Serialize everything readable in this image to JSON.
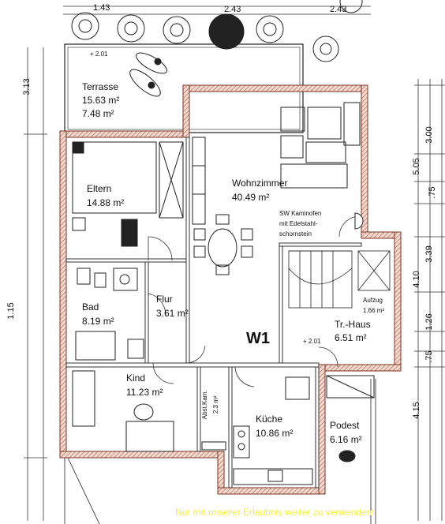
{
  "rooms": {
    "terrasse": {
      "name": "Terrasse",
      "area1": "15.63 m²",
      "area2": "7.48 m²",
      "level": "+ 2.01"
    },
    "wohnzimmer": {
      "name": "Wohnzimmer",
      "area": "40.49 m²"
    },
    "eltern": {
      "name": "Eltern",
      "area": "14.88 m²"
    },
    "bad": {
      "name": "Bad",
      "area": "8.19 m²"
    },
    "flur": {
      "name": "Flur",
      "area": "3.61 m²"
    },
    "trhaus": {
      "name": "Tr.-Haus",
      "area": "6.51 m²",
      "level": "+ 2.01"
    },
    "aufzug": {
      "name": "Aufzug",
      "area": "1.66 m²"
    },
    "kind": {
      "name": "Kind",
      "area": "11.23 m²"
    },
    "abstkam": {
      "name": "Abst.Kam.",
      "area": "2.3 m²"
    },
    "kueche": {
      "name": "Küche",
      "area": "10.86 m²"
    },
    "podest": {
      "name": "Podest",
      "area": "6.16 m²"
    }
  },
  "notes": {
    "kaminofen": [
      "SW Kaminofen",
      "mit Edelstahl-",
      "schornstein"
    ],
    "unit": "W1",
    "watermark": "Nur mit unserer Erlaubnis weiter zu verwenden!"
  },
  "dimensions": {
    "top": [
      "1.43",
      "2.43",
      "2.43"
    ],
    "left": [
      "3.13",
      "1.15"
    ],
    "right": [
      "3.00",
      "5.05",
      ".75",
      "3.39",
      "4.10",
      "1.26",
      ".75",
      "4.15"
    ]
  }
}
